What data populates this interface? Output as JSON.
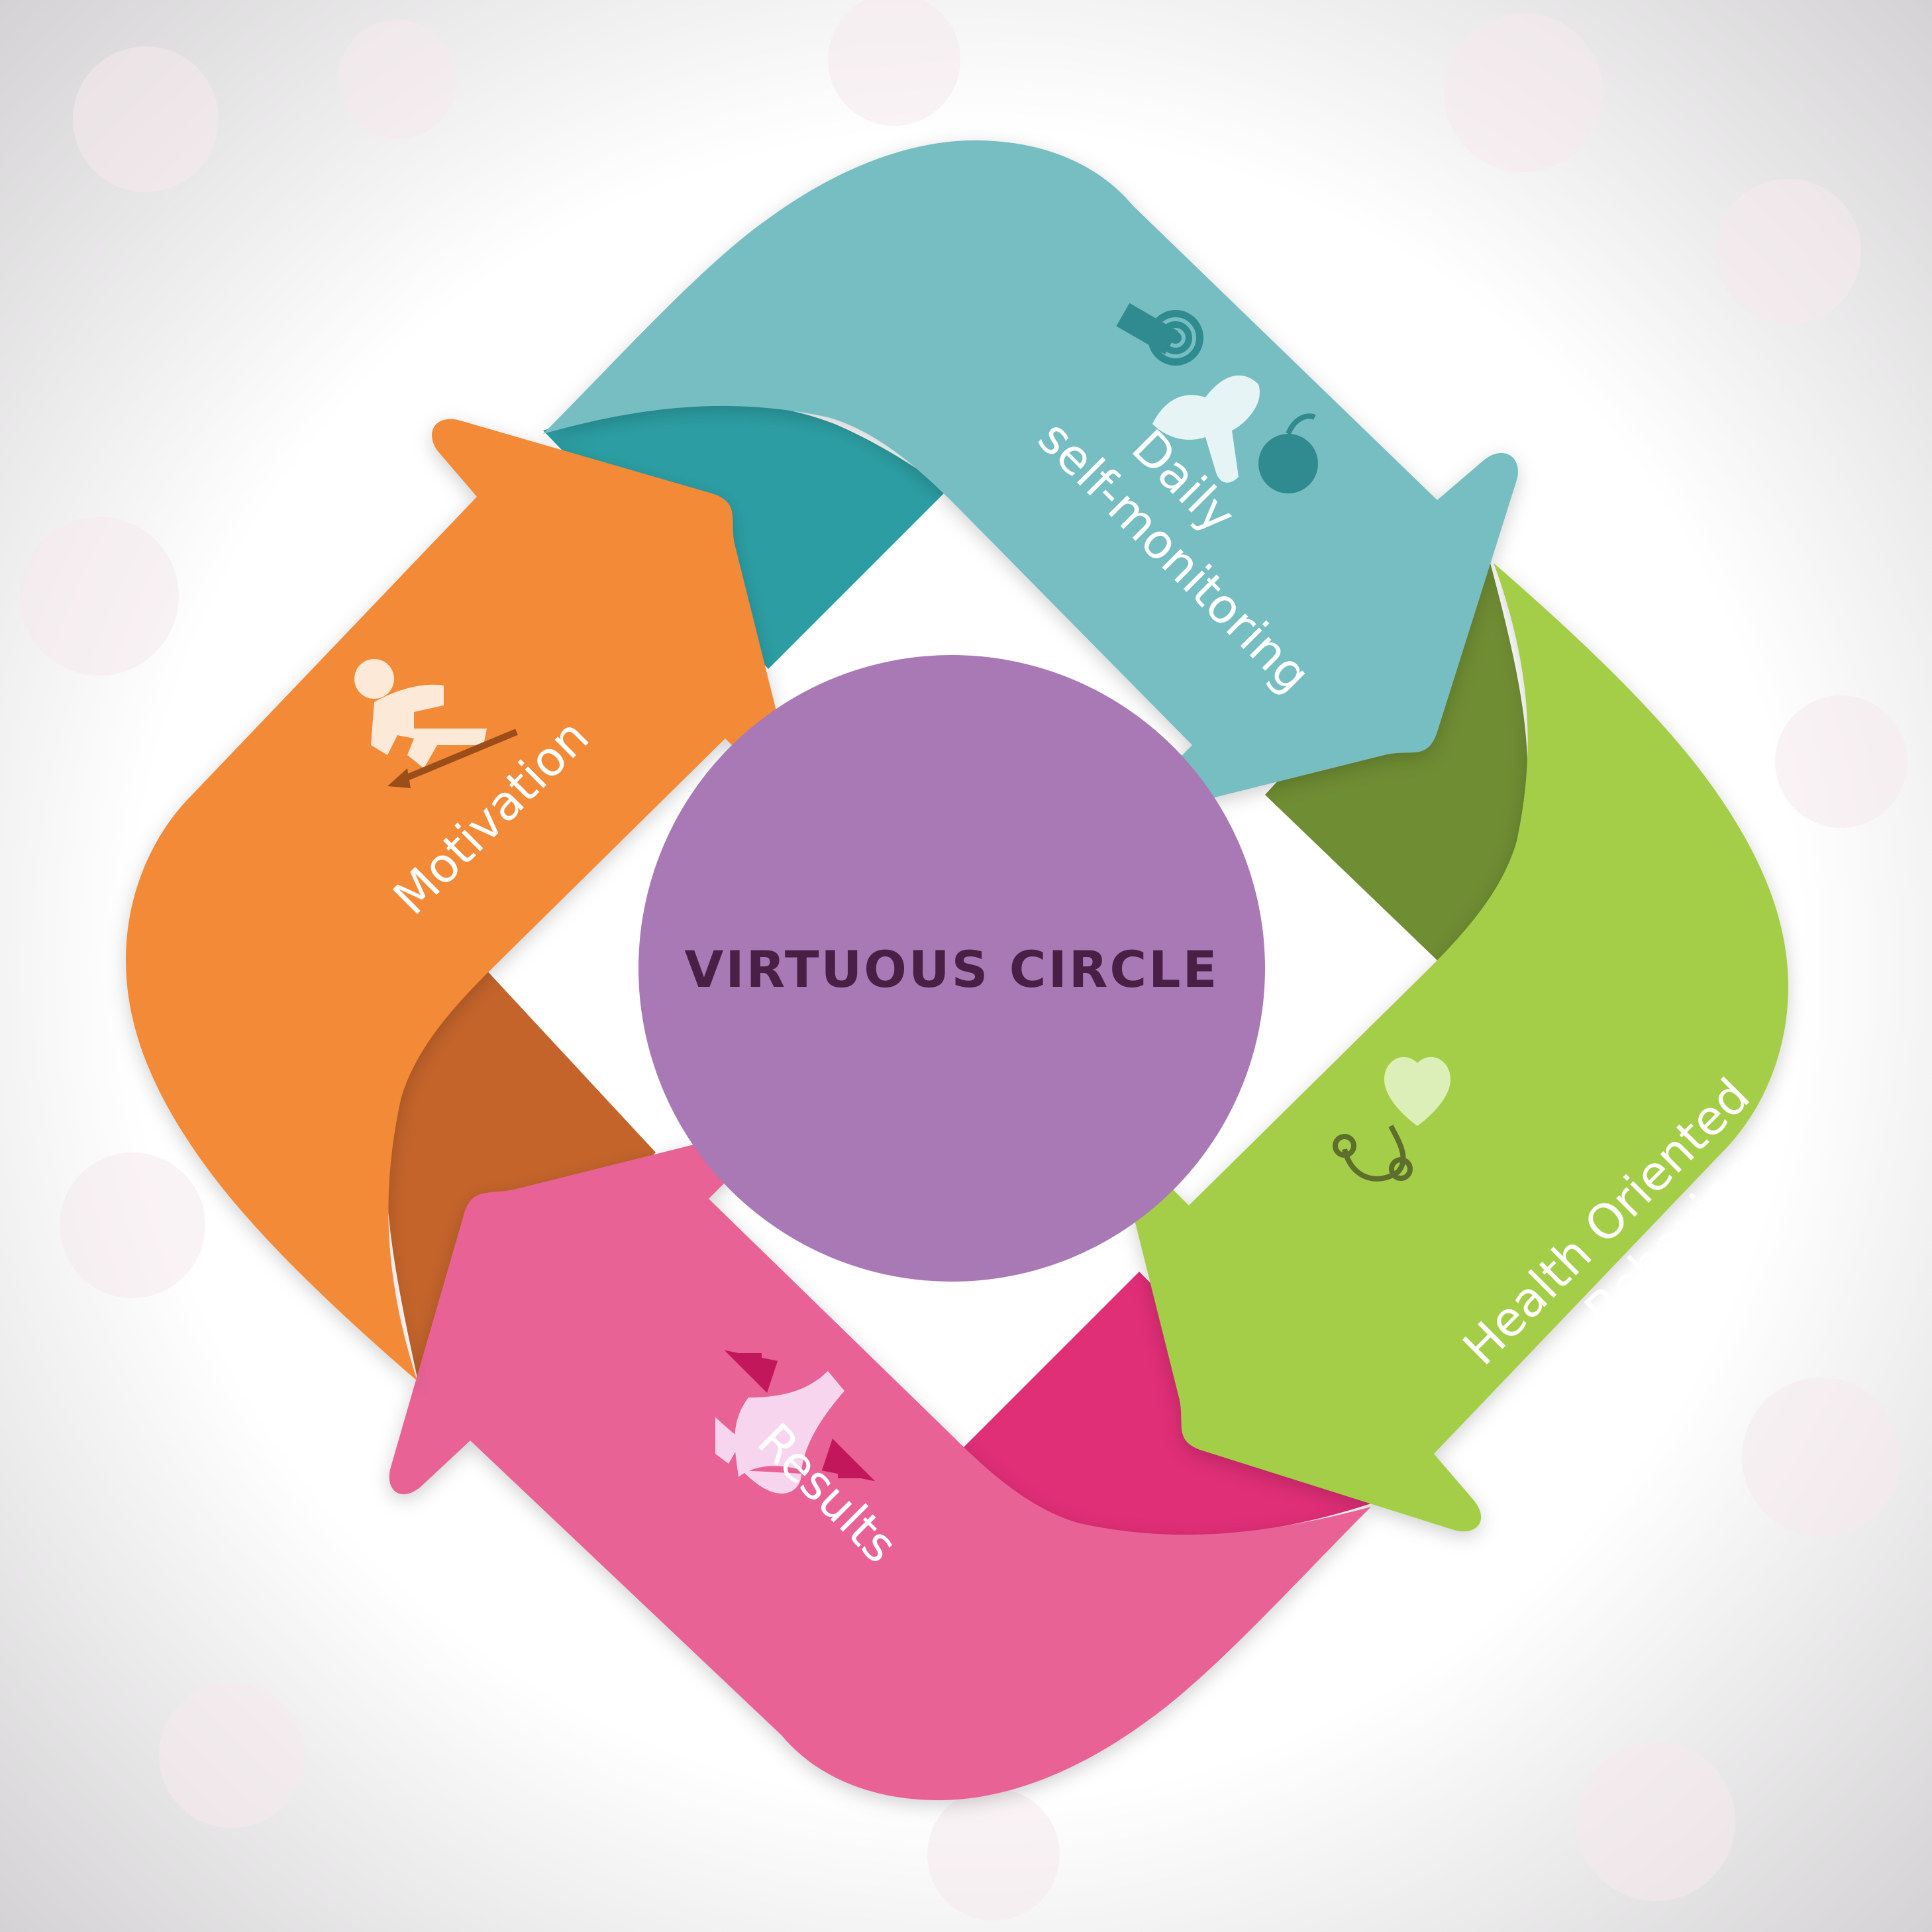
{
  "center": {
    "title": "VIRTUOUS CIRCLE"
  },
  "stages": {
    "daily": {
      "line1": "Daily",
      "line2": "self-monitoring"
    },
    "health": {
      "line1": "Health Oriented",
      "line2": "Behavior"
    },
    "results": {
      "line1": "Results"
    },
    "motivation": {
      "line1": "Motivation"
    }
  },
  "icons": {
    "daily": [
      "tape-measure-icon",
      "scale-icon",
      "apple-icon"
    ],
    "health": [
      "heart-stethoscope-icon"
    ],
    "results": [
      "waist-shrink-icon"
    ],
    "motivation": [
      "person-weight-down-icon"
    ]
  },
  "colors": {
    "background": "#f3f1f2",
    "center": "#a879b4",
    "center_text": "#4a1f45",
    "daily": "#77bec3",
    "health": "#a4ce47",
    "results": "#e86295",
    "motivation": "#f38a38"
  }
}
